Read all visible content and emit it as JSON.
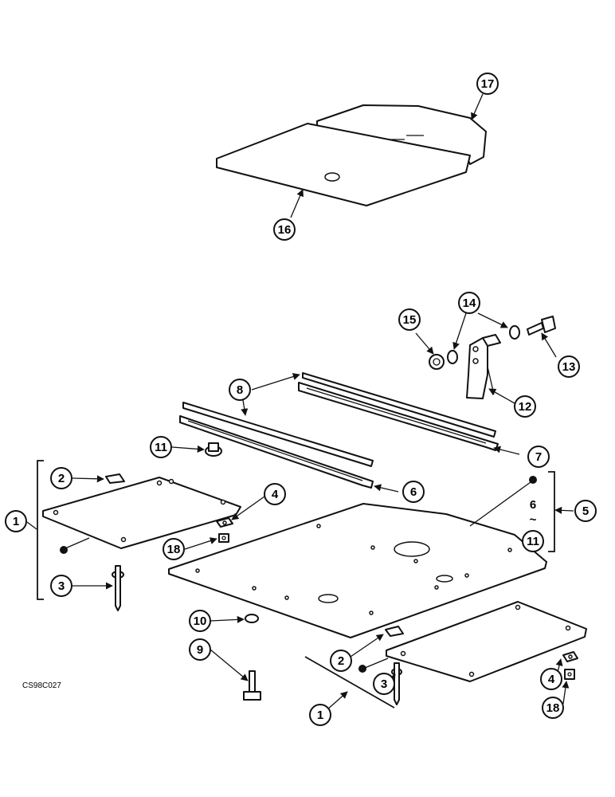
{
  "drawing_code": "CS98C027",
  "callouts": [
    "17",
    "16",
    "15",
    "14",
    "13",
    "12",
    "8",
    "11",
    "7",
    "6",
    "2",
    "4",
    "1",
    "18",
    "3",
    "5",
    "6",
    "~",
    "11",
    "10",
    "9",
    "2",
    "3",
    "1",
    "4",
    "18"
  ]
}
